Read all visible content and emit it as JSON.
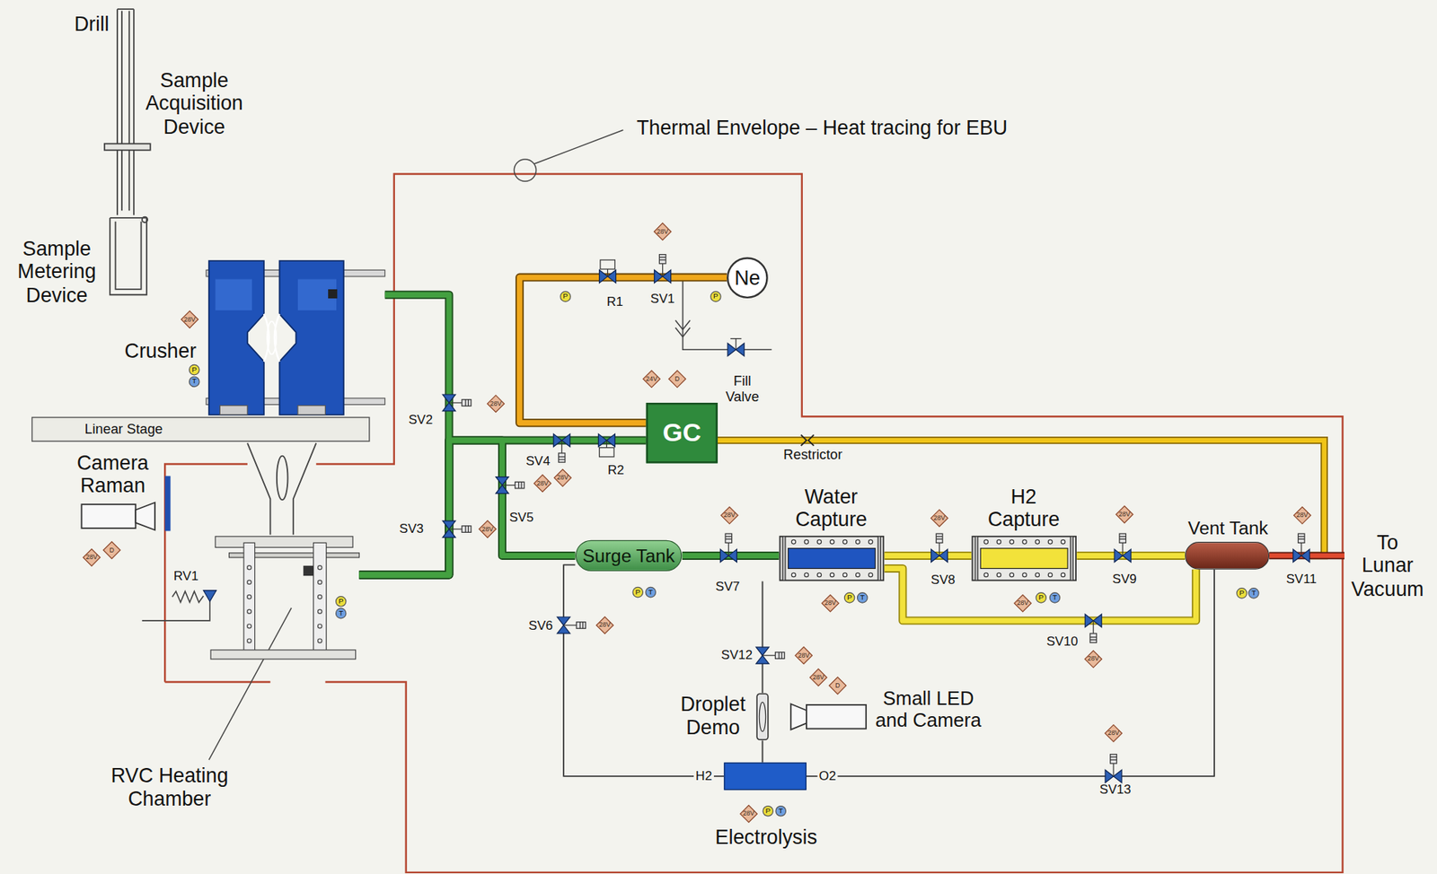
{
  "diagram": {
    "nodes": [
      {
        "text": [
          "Crusher"
        ]
      },
      {
        "text": [
          "Ne"
        ]
      },
      {
        "text": [
          "GC"
        ]
      },
      {
        "text": [
          "Camera Raman"
        ]
      },
      {
        "text": [
          "RVC Heating Chamber"
        ]
      },
      {
        "text": [
          "Surge Tank"
        ]
      },
      {
        "text": [
          "Water Capture"
        ]
      },
      {
        "text": [
          "H2 Capture"
        ]
      },
      {
        "text": [
          "Vent Tank"
        ]
      },
      {
        "text": [
          "Droplet Demo"
        ]
      },
      {
        "text": [
          "Small LED and Camera"
        ]
      },
      {
        "text": [
          "Electrolysis"
        ]
      }
    ],
    "edges": [
      {
        "from": 1,
        "to": 2,
        "arrow": "none"
      },
      {
        "from": 0,
        "to": 4,
        "arrow": "none"
      },
      {
        "from": 4,
        "to": 2,
        "arrow": "none"
      },
      {
        "from": 4,
        "to": 5,
        "arrow": "none"
      },
      {
        "from": 5,
        "to": 6,
        "arrow": "none"
      },
      {
        "from": 6,
        "to": 7,
        "arrow": "none"
      },
      {
        "from": 7,
        "to": 8,
        "arrow": "none"
      },
      {
        "from": 6,
        "to": 8,
        "arrow": "none"
      },
      {
        "from": 6,
        "to": 9,
        "arrow": "none"
      },
      {
        "from": 9,
        "to": 11,
        "arrow": "none"
      },
      {
        "from": 11,
        "to": 5,
        "arrow": "none"
      },
      {
        "from": 11,
        "to": 8,
        "arrow": "none"
      }
    ],
    "labels": [
      "Drill",
      "Sample Acquisition Device",
      "Sample Metering Device",
      "Thermal Envelope – Heat tracing for EBU",
      "Linear Stage",
      "R1",
      "SV1",
      "Fill Valve",
      "R2",
      "Restrictor",
      "SV2",
      "SV4",
      "SV5",
      "SV3",
      "RV1",
      "SV6",
      "SV7",
      "SV8",
      "SV9",
      "SV11",
      "SV10",
      "SV12",
      "SV13",
      "H2",
      "O2",
      "To Lunar Vacuum",
      "28V",
      "P",
      "P",
      "28V",
      "P",
      "T",
      "24V",
      "D",
      "28V",
      "28V",
      "28V",
      "28V",
      "28V",
      "D",
      "P",
      "T",
      "28V",
      "P",
      "T",
      "28V",
      "P",
      "T",
      "28V",
      "28V",
      "P",
      "T",
      "28V",
      "P",
      "T",
      "28V",
      "28V",
      "28V",
      "28V",
      "28V",
      "D",
      "28V",
      "P",
      "T",
      "28V"
    ]
  }
}
